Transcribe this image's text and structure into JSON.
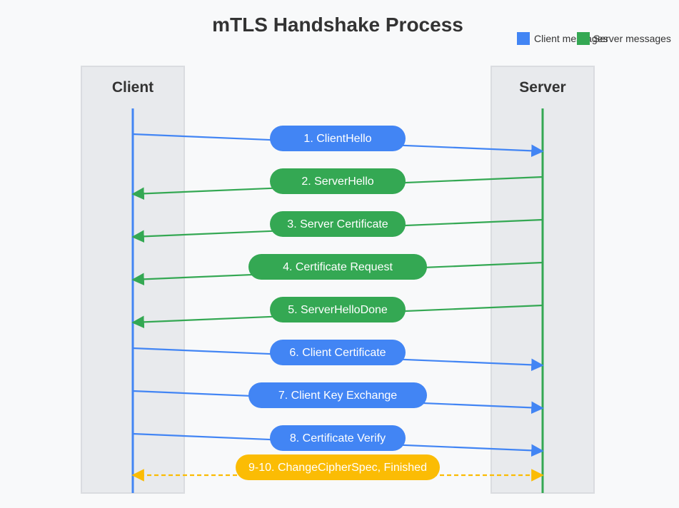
{
  "title": "mTLS Handshake Process",
  "colors": {
    "background": "#f8f9fa",
    "lane_fill": "#e8eaed",
    "lane_border": "#dadce0",
    "title_text": "#333333",
    "client": "#4285f4",
    "server": "#34a853",
    "both": "#fbbc04",
    "label_text": "#ffffff"
  },
  "legend": [
    {
      "label": "Client messages",
      "color": "#4285f4"
    },
    {
      "label": "Server messages",
      "color": "#34a853"
    }
  ],
  "lanes": {
    "client": {
      "label": "Client"
    },
    "server": {
      "label": "Server"
    }
  },
  "messages": [
    {
      "label": "1. ClientHello",
      "direction": "client-to-server",
      "color": "#4285f4"
    },
    {
      "label": "2. ServerHello",
      "direction": "server-to-client",
      "color": "#34a853"
    },
    {
      "label": "3. Server Certificate",
      "direction": "server-to-client",
      "color": "#34a853"
    },
    {
      "label": "4. Certificate Request",
      "direction": "server-to-client",
      "color": "#34a853"
    },
    {
      "label": "5. ServerHelloDone",
      "direction": "server-to-client",
      "color": "#34a853"
    },
    {
      "label": "6. Client Certificate",
      "direction": "client-to-server",
      "color": "#4285f4"
    },
    {
      "label": "7. Client Key Exchange",
      "direction": "client-to-server",
      "color": "#4285f4"
    },
    {
      "label": "8. Certificate Verify",
      "direction": "client-to-server",
      "color": "#4285f4"
    },
    {
      "label": "9-10. ChangeCipherSpec, Finished",
      "direction": "bidirectional",
      "color": "#fbbc04",
      "dashed": true
    }
  ]
}
